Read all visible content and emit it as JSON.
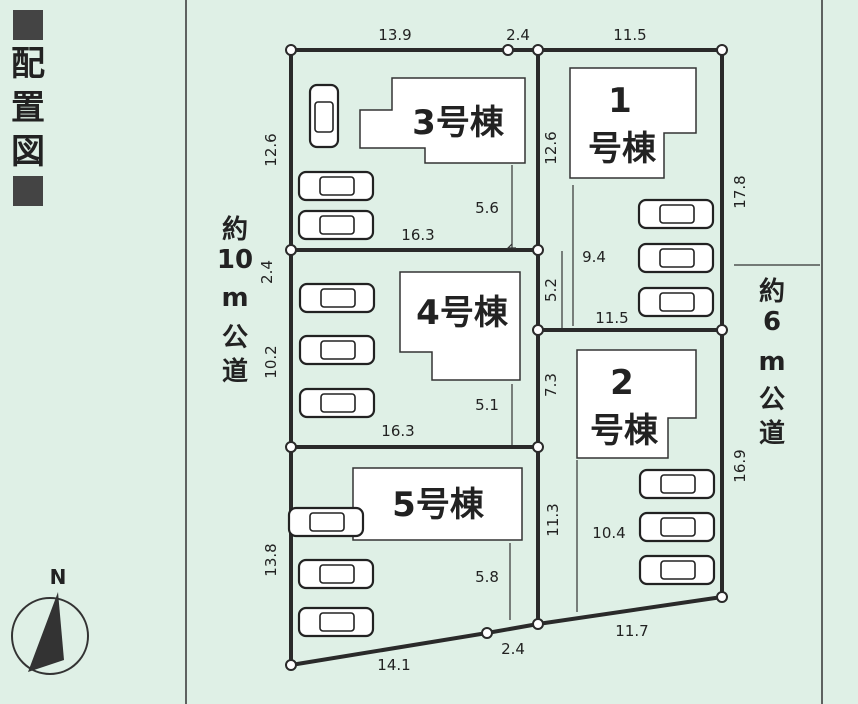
{
  "legend": {
    "title_chars": [
      "配",
      "置",
      "図"
    ]
  },
  "compass": {
    "north_label": "N"
  },
  "roads": {
    "west": {
      "chars": [
        "約",
        "10",
        "m",
        "公",
        "道"
      ]
    },
    "east": {
      "chars": [
        "約",
        "6",
        "m",
        "公",
        "道"
      ]
    }
  },
  "buildings": {
    "b1": {
      "line1": "1",
      "line2": "号棟"
    },
    "b2": {
      "line1": "2",
      "line2": "号棟"
    },
    "b3": {
      "label": "3号棟"
    },
    "b4": {
      "label": "4号棟"
    },
    "b5": {
      "label": "5号棟"
    }
  },
  "dimensions": {
    "top_left": "13.9",
    "top_mid": "2.4",
    "top_right": "11.5",
    "lot3_left": "12.6",
    "lot1_left": "12.6",
    "east_upper": "17.8",
    "lot3_setback": "5.6",
    "lot3_bottom": "16.3",
    "west_pass": "2.4",
    "lot1_depth": "9.4",
    "pass_mid": "5.2",
    "lot1_bottom": "11.5",
    "lot4_left": "10.2",
    "lot4_setback": "5.1",
    "lot2_left": "7.3",
    "lot4_bottom": "16.3",
    "east_lower": "16.9",
    "lot5_left": "13.8",
    "lot2_mid": "11.3",
    "lot2_depth": "10.4",
    "lot5_setback": "5.8",
    "bottom_left": "14.1",
    "bottom_mid": "2.4",
    "bottom_right": "11.7"
  }
}
